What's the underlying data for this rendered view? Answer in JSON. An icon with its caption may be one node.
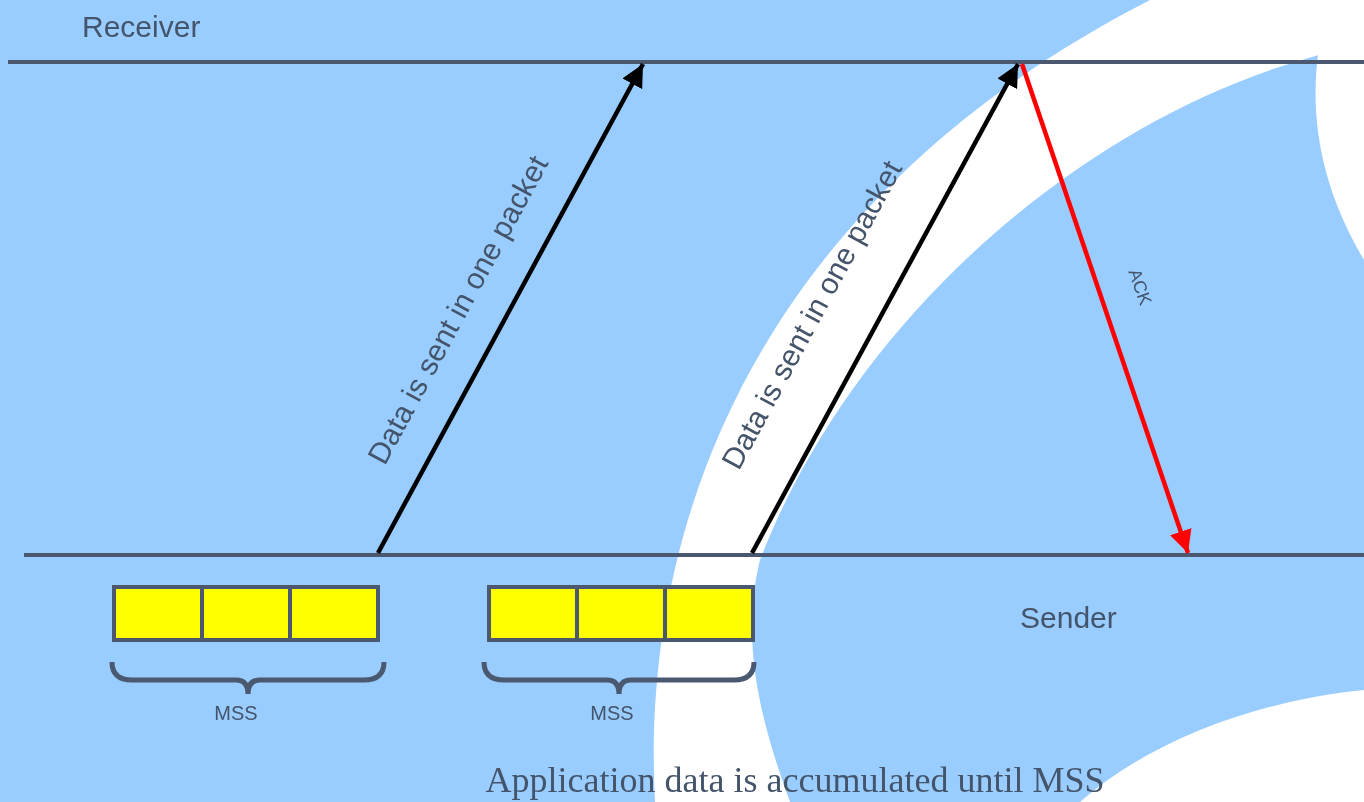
{
  "diagram": {
    "caption": "Application data is accumulated until MSS",
    "nodes": [
      {
        "text": [
          "Receiver"
        ]
      },
      {
        "text": [
          "Sender"
        ]
      },
      {
        "text": [],
        "shape": "box"
      },
      {
        "text": [],
        "shape": "box",
        "in": 2
      },
      {
        "text": [],
        "shape": "box",
        "in": 2
      },
      {
        "text": [],
        "shape": "box",
        "in": 2
      },
      {
        "text": [],
        "shape": "box"
      },
      {
        "text": [],
        "shape": "box",
        "in": 6
      },
      {
        "text": [],
        "shape": "box",
        "in": 6
      },
      {
        "text": [],
        "shape": "box",
        "in": 6
      }
    ],
    "edges": [
      {
        "from": 1,
        "to": 0,
        "arrow": "to",
        "label": "Data is sent in one packet"
      },
      {
        "from": 1,
        "to": 0,
        "arrow": "to",
        "label": "Data is sent in one packet"
      },
      {
        "from": 0,
        "to": 1,
        "arrow": "to",
        "label": "ACK",
        "color": "#ff0000"
      }
    ],
    "labels": [
      "MSS",
      "MSS"
    ]
  }
}
